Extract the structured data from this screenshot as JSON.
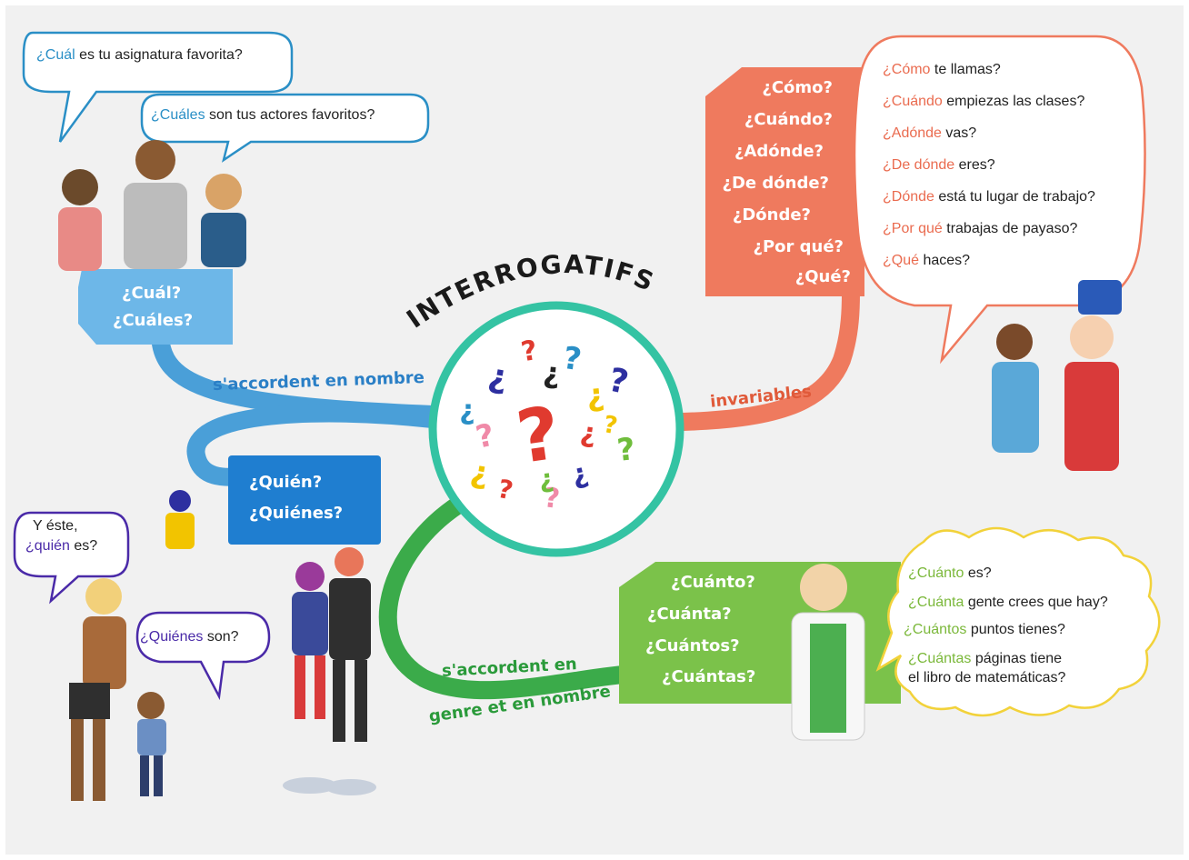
{
  "title": "INTERROGATIFS",
  "branches": {
    "blue": {
      "link_label": "s'accordent en nombre",
      "box_cual": [
        "¿Cuál?",
        "¿Cuáles?"
      ],
      "box_quien": [
        "¿Quién?",
        "¿Quiénes?"
      ],
      "color": "#4a9fd8"
    },
    "orange": {
      "link_label": "invariables",
      "words": [
        "¿Cómo?",
        "¿Cuándo?",
        "¿Adónde?",
        "¿De dónde?",
        "¿Dónde?",
        "¿Por qué?",
        "¿Qué?"
      ],
      "color": "#ef7a5e"
    },
    "green": {
      "link_label_1": "s'accordent en",
      "link_label_2": "genre et en nombre",
      "words": [
        "¿Cuánto?",
        "¿Cuánta?",
        "¿Cuántos?",
        "¿Cuántas?"
      ],
      "color": "#6fbd3c"
    }
  },
  "bubbles": {
    "cual": {
      "hl": "¿Cuál",
      "rest": " es tu asignatura favorita?"
    },
    "cuales": {
      "hl": "¿Cuáles",
      "rest": " son tus actores favoritos?"
    },
    "quien_1": "Y éste,",
    "quien_hl": "¿quién",
    "quien_rest": " es?",
    "quienes": {
      "hl": "¿Quiénes",
      "rest": " son?"
    },
    "orange_lines": [
      {
        "hl": "¿Cómo",
        "rest": " te llamas?"
      },
      {
        "hl": "¿Cuándo",
        "rest": " empiezas las clases?"
      },
      {
        "hl": "¿Adónde",
        "rest": " vas?"
      },
      {
        "hl": "¿De dónde",
        "rest": " eres?"
      },
      {
        "hl": "¿Dónde",
        "rest": " está tu lugar de trabajo?"
      },
      {
        "hl": "¿Por qué",
        "rest": " trabajas de payaso?"
      },
      {
        "hl": "¿Qué",
        "rest": " haces?"
      }
    ],
    "green_lines": [
      {
        "hl": "¿Cuánto",
        "rest": " es?"
      },
      {
        "hl": "¿Cuánta",
        "rest": " gente crees que hay?"
      },
      {
        "hl": "¿Cuántos",
        "rest": " puntos tienes?"
      },
      {
        "hl": "¿Cuántas",
        "rest": " páginas tiene"
      },
      {
        "hl": "",
        "rest": "el libro de matemáticas?"
      }
    ]
  },
  "question_marks": [
    {
      "char": "?",
      "color": "#e03a2f"
    },
    {
      "char": "¿",
      "color": "#2d2fa0"
    },
    {
      "char": "?",
      "color": "#e03a2f"
    },
    {
      "char": "¿",
      "color": "#222222"
    },
    {
      "char": "?",
      "color": "#2a8fc6"
    },
    {
      "char": "¿",
      "color": "#f2c400"
    },
    {
      "char": "?",
      "color": "#2d2fa0"
    },
    {
      "char": "¿",
      "color": "#2a8fc6"
    },
    {
      "char": "?",
      "color": "#f08aa8"
    },
    {
      "char": "¿",
      "color": "#e03a2f"
    },
    {
      "char": "?",
      "color": "#6fbd3c"
    },
    {
      "char": "¿",
      "color": "#f2c400"
    },
    {
      "char": "?",
      "color": "#e03a2f"
    },
    {
      "char": "¿",
      "color": "#2d2fa0"
    },
    {
      "char": "?",
      "color": "#f08aa8"
    },
    {
      "char": "¿",
      "color": "#6fbd3c"
    },
    {
      "char": "?",
      "color": "#f2c400"
    }
  ]
}
